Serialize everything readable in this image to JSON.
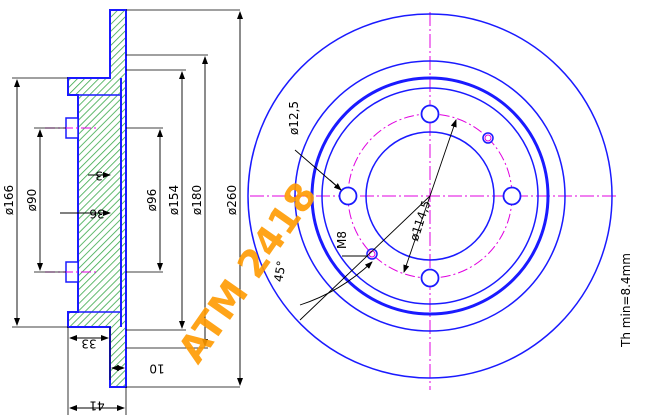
{
  "colors": {
    "outline": "#1a1aff",
    "hatch": "#39a84a",
    "center_line": "#e000e0",
    "dimension": "#000000",
    "watermark": "#ff9a00"
  },
  "section_view": {
    "dimensions": {
      "d166": "ø166",
      "d90": "ø90",
      "d3": "3",
      "d36": "36",
      "d96": "ø96",
      "d154": "ø154",
      "d180": "ø180",
      "d260": "ø260",
      "d33": "33",
      "d10": "10",
      "d41": "41"
    }
  },
  "front_view": {
    "labels": {
      "hole_dia": "ø12,5",
      "pcd": "ø114,5",
      "thread": "M8",
      "angle": "45°"
    }
  },
  "watermark": "ATM 2418",
  "min_thickness": "Th min=8.4mm"
}
